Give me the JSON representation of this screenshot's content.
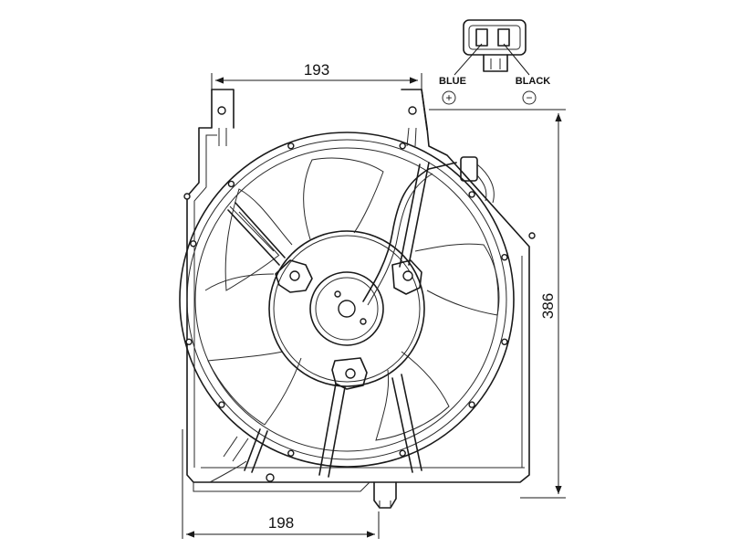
{
  "drawing": {
    "dimensions": {
      "top_width": "193",
      "bottom_width": "198",
      "height": "386"
    },
    "connector": {
      "terminal_left": "BLUE",
      "terminal_right": "BLACK",
      "symbol_left": "+",
      "symbol_right": "−"
    }
  }
}
